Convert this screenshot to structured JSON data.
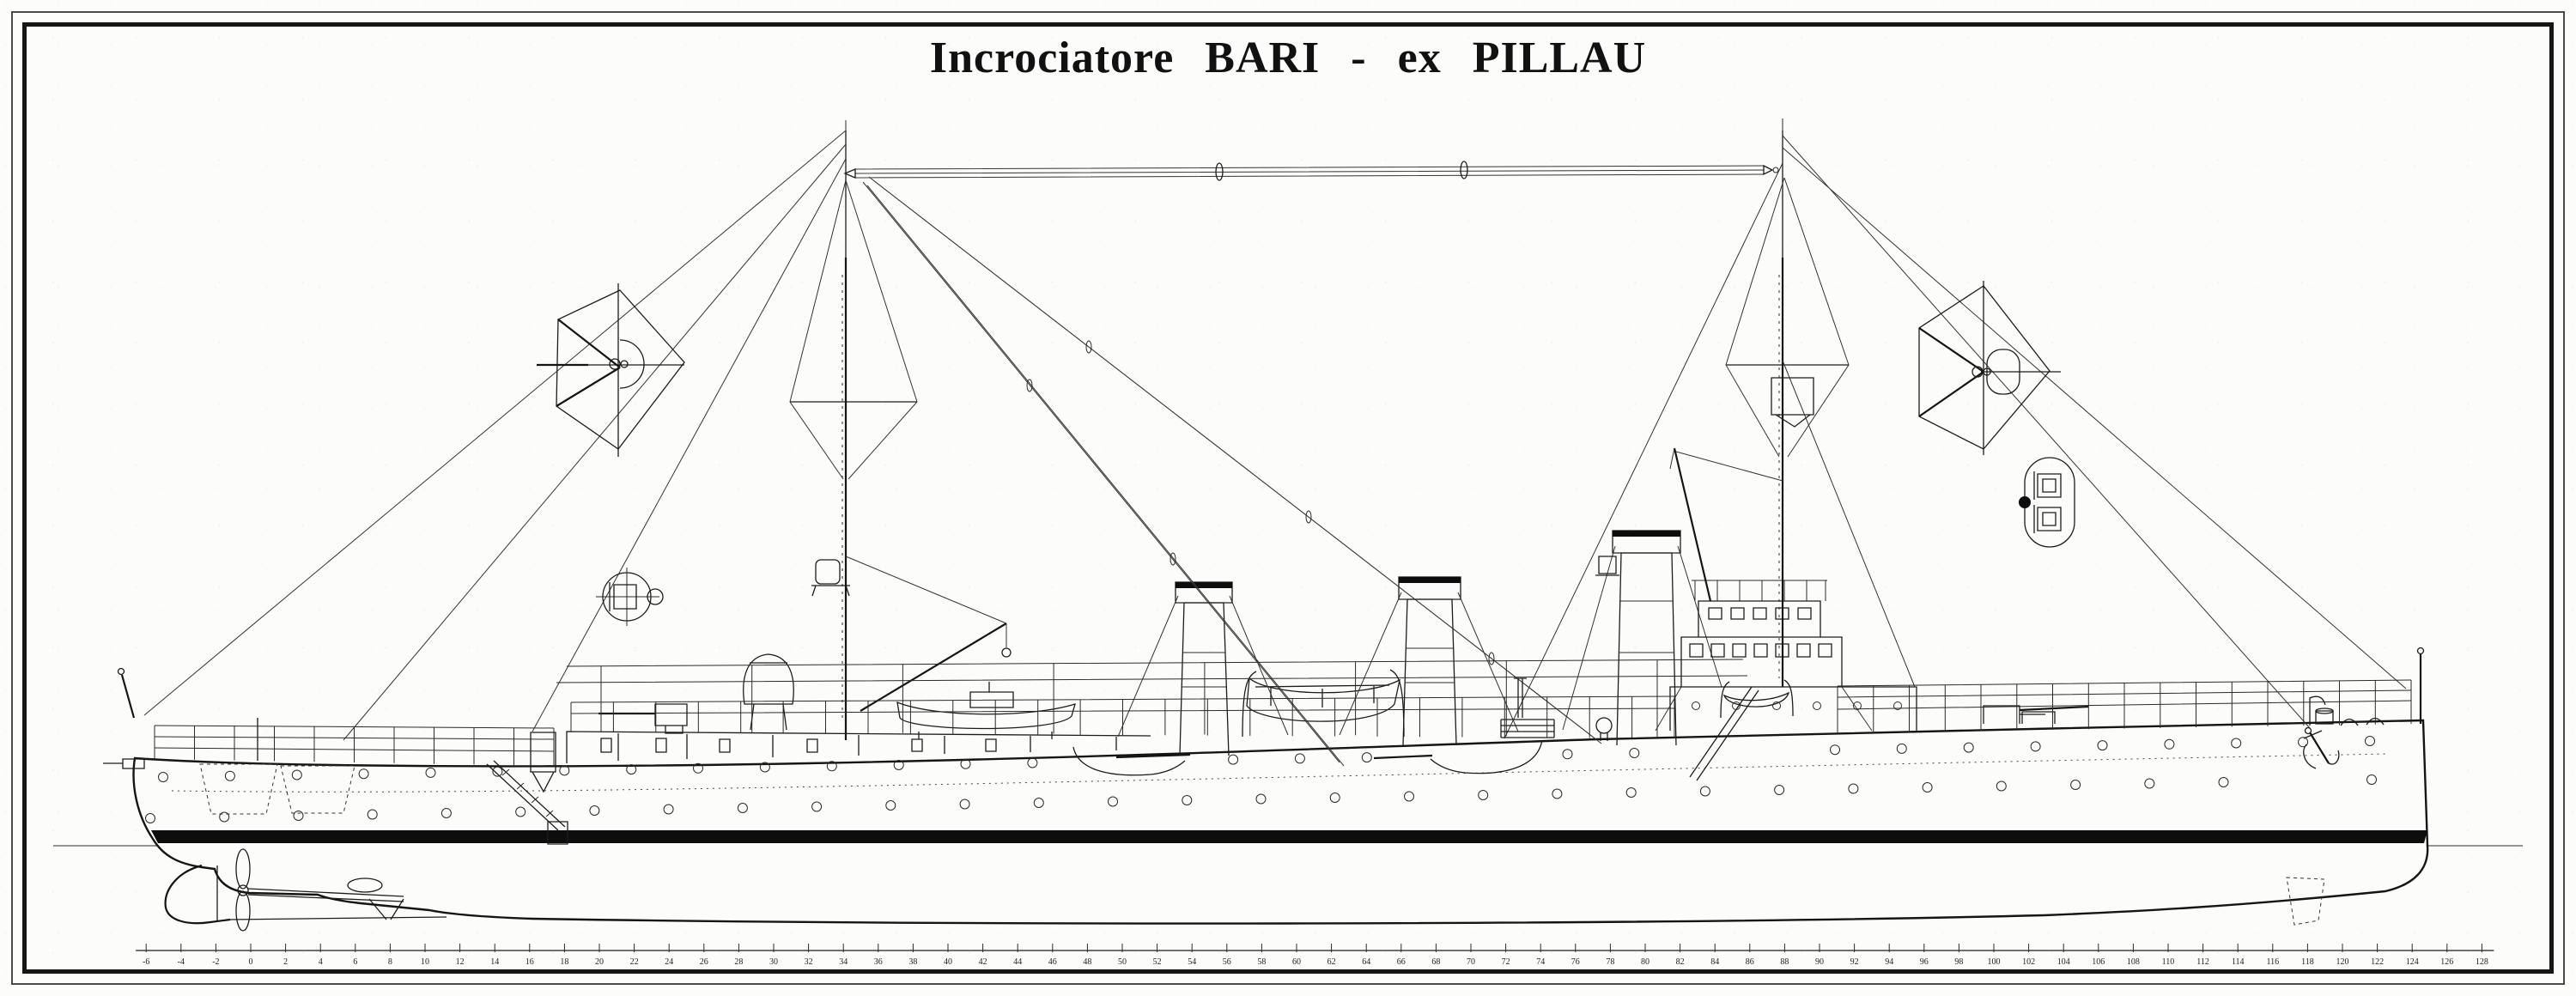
{
  "title": {
    "text": "Incrociatore BARI - ex PILLAU"
  },
  "colors": {
    "ink": "#1c1c1c",
    "paper": "#fcfcfa",
    "waterline_band": "#0d0d0d",
    "frame": "#151515"
  },
  "figure": {
    "type": "naval side-elevation line drawing",
    "parts": [
      "hull",
      "waterline-band",
      "rudder",
      "propeller",
      "funnel-1",
      "funnel-2",
      "funnel-3",
      "mainmast",
      "foremast",
      "radio-aerial",
      "bridge-superstructure",
      "aft-superstructure",
      "ships-boats",
      "bow-anchor",
      "aerial-spreader-detail-left",
      "aerial-spreader-detail-right",
      "searchlight-top-detail",
      "davit-head-detail",
      "scale-ruler"
    ]
  },
  "scale": {
    "unit_min": -6,
    "unit_max": 128,
    "unit_step": 2,
    "labels": [
      -6,
      -4,
      -2,
      0,
      2,
      4,
      6,
      8,
      10,
      12,
      14,
      16,
      18,
      20,
      22,
      24,
      26,
      28,
      30,
      32,
      34,
      36,
      38,
      40,
      42,
      44,
      46,
      48,
      50,
      52,
      54,
      56,
      58,
      60,
      62,
      64,
      66,
      68,
      70,
      72,
      74,
      76,
      78,
      80,
      82,
      84,
      86,
      88,
      90,
      92,
      94,
      96,
      98,
      100,
      102,
      104,
      106,
      108,
      110,
      112,
      114,
      116,
      118,
      120,
      122,
      124,
      126,
      128
    ]
  }
}
